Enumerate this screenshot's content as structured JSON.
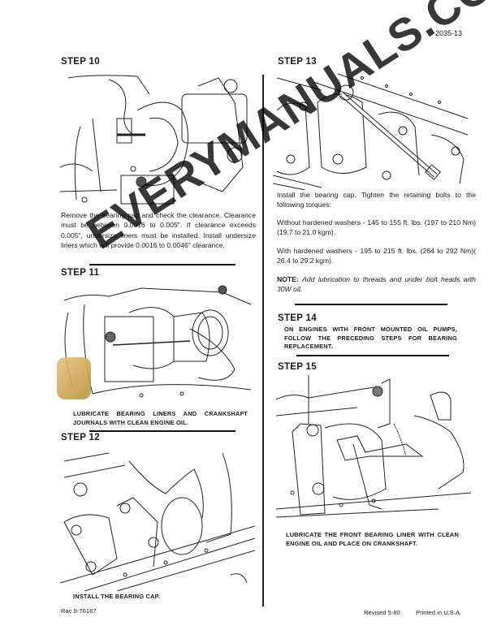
{
  "header": {
    "page_number": "2035-13"
  },
  "steps": [
    {
      "id": "step-10",
      "title": "STEP 10",
      "illustration": "engine-bearing-clearance-gauge",
      "text": "Remove the bearing cap and check the clearance. Clearance must be between 0.0016 to 0.005\". If clearance exceeds 0.005\", undersize liners must be installed. Install undersize liners which will provide 0.0016 to 0.0046\" clearance."
    },
    {
      "id": "step-11",
      "title": "STEP 11",
      "illustration": "oil-can-lubricating-journal",
      "caption": "LUBRICATE BEARING LINERS AND CRANKSHAFT JOURNALS WITH CLEAN ENGINE OIL."
    },
    {
      "id": "step-12",
      "title": "STEP 12",
      "illustration": "installing-bearing-cap",
      "caption": "INSTALL THE BEARING CAP."
    },
    {
      "id": "step-13",
      "title": "STEP 13",
      "illustration": "torque-wrench-on-crankshaft",
      "text_intro": "Install the bearing cap. Tighten the retaining bolts to the following torques:",
      "torque_without": "Without hardened washers - 145 to 155 ft. lbs. (197 to 210 Nm)(19.7 to 21.0 kgm).",
      "torque_with": "With hardened washers - 195 to 215 ft. lbs. (264 to 292 Nm)( 26.4 to 29.2 kgm).",
      "note_label": "NOTE:",
      "note_text": "Add lubrication to threads and under bolt heads with 30W oil."
    },
    {
      "id": "step-14",
      "title": "STEP 14",
      "caption": "ON ENGINES WITH FRONT MOUNTED OIL PUMPS, FOLLOW THE PRECEDING STEPS FOR BEARING REPLACEMENT."
    },
    {
      "id": "step-15",
      "title": "STEP 15",
      "illustration": "oiling-front-bearing-liner",
      "caption": "LUBRICATE THE FRONT BEARING LINER WITH CLEAN ENGINE OIL AND PLACE ON CRANKSHAFT."
    }
  ],
  "watermark": {
    "text": "EVERYMANUALS.COM",
    "logo_color": "#d4ac5c"
  },
  "footer": {
    "left": "Rac 9-76187",
    "revised": "Revised 5-80",
    "printed": "Printed in U.S.A."
  }
}
